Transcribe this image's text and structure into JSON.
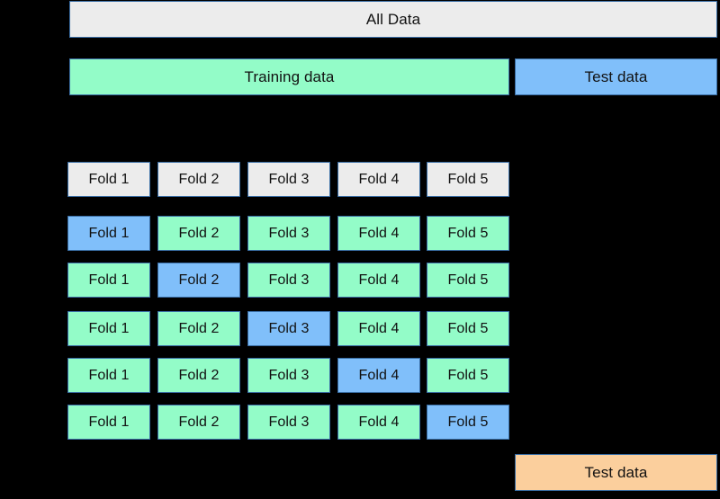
{
  "diagram": {
    "title_box": {
      "label": "All Data",
      "fill": "#ececec",
      "border": "#3a6ea5"
    },
    "split_row": {
      "training": {
        "label": "Training data",
        "fill": "#93fcc8"
      },
      "test": {
        "label": "Test data",
        "fill": "#80bffa"
      }
    },
    "fold_header_row": {
      "folds": [
        {
          "label": "Fold 1",
          "role": "neutral"
        },
        {
          "label": "Fold 2",
          "role": "neutral"
        },
        {
          "label": "Fold 3",
          "role": "neutral"
        },
        {
          "label": "Fold 4",
          "role": "neutral"
        },
        {
          "label": "Fold 5",
          "role": "neutral"
        }
      ]
    },
    "cv_rows": [
      {
        "split_index": 1,
        "folds": [
          {
            "label": "Fold 1",
            "role": "validation"
          },
          {
            "label": "Fold 2",
            "role": "training"
          },
          {
            "label": "Fold 3",
            "role": "training"
          },
          {
            "label": "Fold 4",
            "role": "training"
          },
          {
            "label": "Fold 5",
            "role": "training"
          }
        ]
      },
      {
        "split_index": 2,
        "folds": [
          {
            "label": "Fold 1",
            "role": "training"
          },
          {
            "label": "Fold 2",
            "role": "validation"
          },
          {
            "label": "Fold 3",
            "role": "training"
          },
          {
            "label": "Fold 4",
            "role": "training"
          },
          {
            "label": "Fold 5",
            "role": "training"
          }
        ]
      },
      {
        "split_index": 3,
        "folds": [
          {
            "label": "Fold 1",
            "role": "training"
          },
          {
            "label": "Fold 2",
            "role": "training"
          },
          {
            "label": "Fold 3",
            "role": "validation"
          },
          {
            "label": "Fold 4",
            "role": "training"
          },
          {
            "label": "Fold 5",
            "role": "training"
          }
        ]
      },
      {
        "split_index": 4,
        "folds": [
          {
            "label": "Fold 1",
            "role": "training"
          },
          {
            "label": "Fold 2",
            "role": "training"
          },
          {
            "label": "Fold 3",
            "role": "training"
          },
          {
            "label": "Fold 4",
            "role": "validation"
          },
          {
            "label": "Fold 5",
            "role": "training"
          }
        ]
      },
      {
        "split_index": 5,
        "folds": [
          {
            "label": "Fold 1",
            "role": "training"
          },
          {
            "label": "Fold 2",
            "role": "training"
          },
          {
            "label": "Fold 3",
            "role": "training"
          },
          {
            "label": "Fold 4",
            "role": "training"
          },
          {
            "label": "Fold 5",
            "role": "validation"
          }
        ]
      }
    ],
    "final_test_box": {
      "label": "Test data",
      "fill": "#fbcf9d"
    },
    "colors": {
      "background": "#000000",
      "neutral": "#ececec",
      "training": "#93fcc8",
      "validation": "#80bffa",
      "final_test": "#fbcf9d",
      "border": "#3a6ea5",
      "text": "#111111"
    }
  }
}
